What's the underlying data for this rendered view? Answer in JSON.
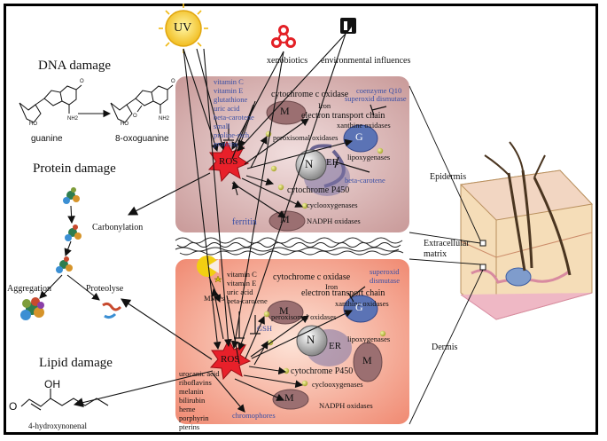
{
  "sections": {
    "dna_damage": "DNA damage",
    "protein_damage": "Protein damage",
    "lipid_damage": "Lipid damage"
  },
  "dna": {
    "guanine": "guanine",
    "oxoguanine": "8-oxoguanine",
    "ho": "HO",
    "nh2": "NH2",
    "o": "O"
  },
  "protein": {
    "carbonylation": "Carbonylation",
    "aggregation": "Aggregation",
    "proteolyse": "Proteolyse"
  },
  "lipid": {
    "oh": "OH",
    "o": "O",
    "name": "4-hydroxynonenal"
  },
  "sources": {
    "uv": "UV",
    "xenobiotics": "xenobiotics",
    "environmental": "environmental influences"
  },
  "layers": {
    "epidermis": "Epidermis",
    "ecm_line1": "Extracellular",
    "ecm_line2": "matrix",
    "dermis": "Dermis"
  },
  "epidermis_cell": {
    "antioxidants": [
      "vitamin C",
      "vitamin E",
      "glutathione",
      "uric acid",
      "beta-carotene",
      "small",
      "proline-rich",
      "proteins"
    ],
    "cytochrome_c_oxidase": "cytochrome c oxidase",
    "iron": "Iron",
    "coq10": "coenzyme Q10",
    "sod": "superoxid dismutase",
    "etc": "electron transport chain",
    "xanthine": "xanthine oxidases",
    "peroxisomal": "peroxisomal oxidases",
    "lipoxygenases": "lipoxygenases",
    "beta_carotene": "beta-carotene",
    "p450": "cytochrome P450",
    "cyclooxygenases": "cyclooxygenases",
    "nadph": "NADPH oxidases",
    "ferritin": "ferritin",
    "ros": "ROS",
    "organelles": {
      "m": "M",
      "g": "G",
      "n": "N",
      "er": "ER"
    }
  },
  "dermis_cell": {
    "antioxidants": [
      "vitamin C",
      "vitamin E",
      "uric acid",
      "beta-carotene"
    ],
    "mmps": "MMPs",
    "cytochrome_c_oxidase": "cytochrome c oxidase",
    "iron": "Iron",
    "sod_line1": "superoxid",
    "sod_line2": "dismutase",
    "etc": "electron transport chain",
    "xanthine": "xanthine oxidases",
    "peroxisomal": "peroxisomal oxidases",
    "gsh": "GSH",
    "lipoxygenases": "lipoxygenases",
    "p450": "cytochrome P450",
    "cyclooxygenases": "cyclooxygenases",
    "nadph": "NADPH oxidases",
    "chromophores_list": [
      "urocanic acid",
      "riboflavins",
      "melanin",
      "bilirubin",
      "heme",
      "porphyrin",
      "pterins"
    ],
    "chromophores": "chromophores",
    "ros": "ROS",
    "organelles": {
      "m": "M",
      "g": "G",
      "n": "N",
      "er": "ER"
    }
  },
  "colors": {
    "epidermis_cell": "#c99a99",
    "dermis_cell": "#f08a72",
    "ros": "#e8202a",
    "uv_sun": "#f2c417",
    "blue_text": "#3a4fa6"
  }
}
